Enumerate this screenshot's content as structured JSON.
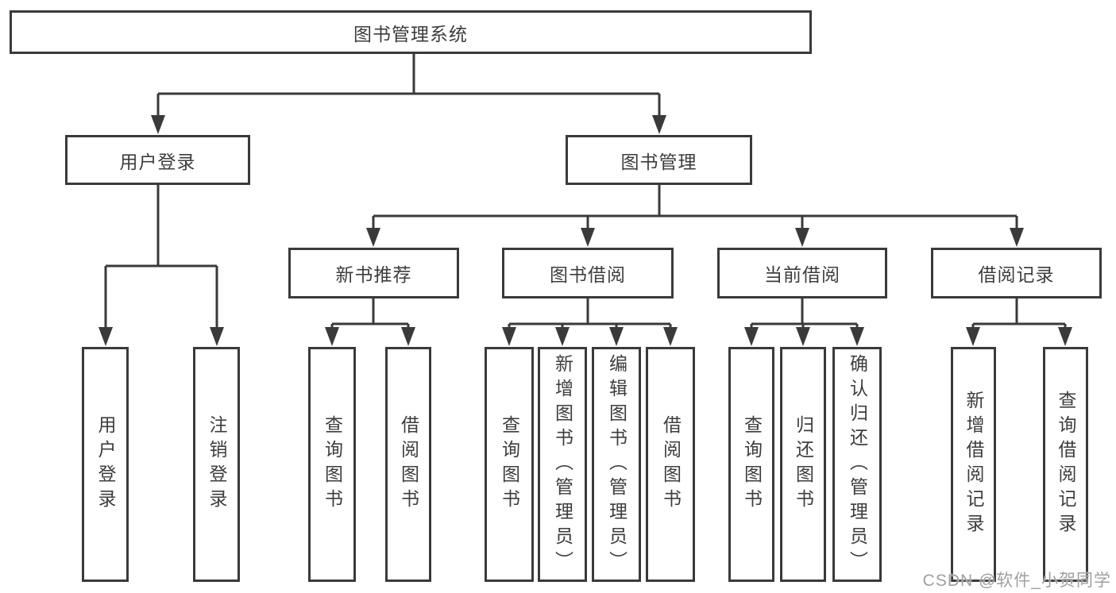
{
  "diagram": {
    "root": {
      "label": "图书管理系统",
      "children": [
        {
          "label": "用户登录",
          "children": [
            {
              "label": "用户登录"
            },
            {
              "label": "注销登录"
            }
          ]
        },
        {
          "label": "图书管理",
          "children": [
            {
              "label": "新书推荐",
              "children": [
                {
                  "label": "查询图书"
                },
                {
                  "label": "借阅图书"
                }
              ]
            },
            {
              "label": "图书借阅",
              "children": [
                {
                  "label": "查询图书"
                },
                {
                  "label": "新增图书（管理员）"
                },
                {
                  "label": "编辑图书（管理员）"
                },
                {
                  "label": "借阅图书"
                }
              ]
            },
            {
              "label": "当前借阅",
              "children": [
                {
                  "label": "查询图书"
                },
                {
                  "label": "归还图书"
                },
                {
                  "label": "确认归还（管理员）"
                }
              ]
            },
            {
              "label": "借阅记录",
              "children": [
                {
                  "label": "新增借阅记录"
                },
                {
                  "label": "查询借阅记录"
                }
              ]
            }
          ]
        }
      ]
    }
  },
  "watermark": {
    "text": "CSDN @软件_小贺同学"
  },
  "colors": {
    "line": "#3a3a3a",
    "box_border": "#3a3a3a",
    "box_fill": "#ffffff",
    "text": "#3d3d3d",
    "watermark": "#9f9f9f",
    "background": "#ffffff"
  }
}
